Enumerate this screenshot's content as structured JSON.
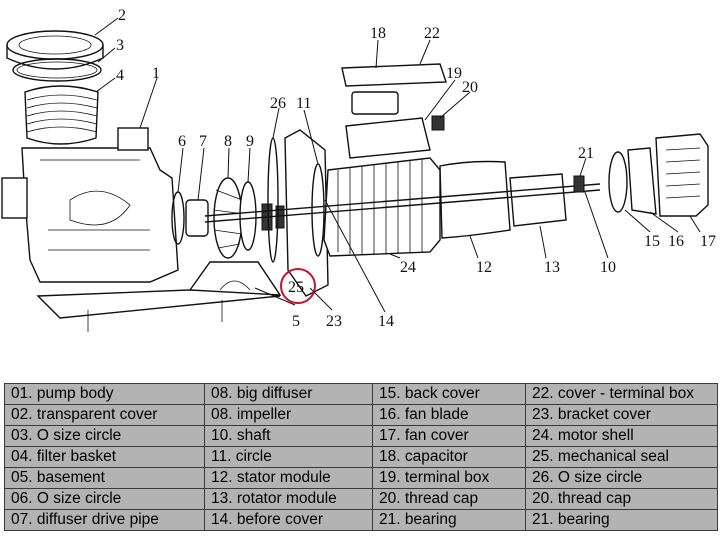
{
  "callouts": {
    "c1": "1",
    "c2": "2",
    "c3": "3",
    "c4": "4",
    "c5": "5",
    "c6": "6",
    "c7": "7",
    "c8": "8",
    "c9": "9",
    "c10": "10",
    "c11": "11",
    "c12": "12",
    "c13": "13",
    "c14": "14",
    "c15": "15",
    "c16": "16",
    "c17": "17",
    "c18": "18",
    "c19": "19",
    "c20": "20",
    "c21": "21",
    "c22": "22",
    "c23": "23",
    "c24": "24",
    "c25": "25",
    "c26": "26"
  },
  "legend": {
    "rows": [
      [
        "01. pump body",
        "08. big diffuser",
        "15. back cover",
        "22. cover - terminal box"
      ],
      [
        "02. transparent cover",
        "08. impeller",
        "16. fan blade",
        "23. bracket cover"
      ],
      [
        "03. O size circle",
        "10. shaft",
        "17. fan cover",
        "24. motor shell"
      ],
      [
        "04. filter basket",
        "11. circle",
        "18. capacitor",
        "25. mechanical seal"
      ],
      [
        "05. basement",
        "12. stator module",
        "19. terminal box",
        "26. O size circle"
      ],
      [
        "06. O size circle",
        "13. rotator module",
        "20. thread cap",
        "20. thread cap"
      ],
      [
        "07. diffuser drive pipe",
        "14. before cover",
        "21. bearing",
        "21. bearing"
      ]
    ]
  },
  "colors": {
    "highlight_circle": "#c8102e",
    "legend_bg": "#b3b3b3",
    "line": "#111111"
  }
}
